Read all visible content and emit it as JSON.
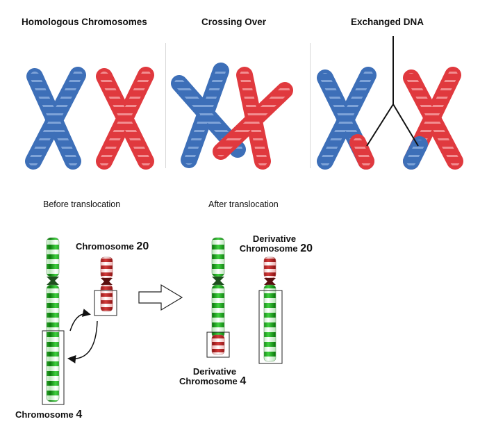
{
  "panels": {
    "homologous": "Homologous Chromosomes",
    "crossing": "Crossing Over",
    "exchanged": "Exchanged DNA"
  },
  "translocation": {
    "before": "Before translocation",
    "after": "After translocation"
  },
  "labels": {
    "chr20": {
      "word": "Chromosome",
      "num": "20"
    },
    "chr4": {
      "word": "Chromosome",
      "num": "4"
    },
    "der20": {
      "line1": "Derivative",
      "word": "Chromosome",
      "num": "20"
    },
    "der4": {
      "line1": "Derivative",
      "word": "Chromosome",
      "num": "4"
    }
  },
  "colors": {
    "blue": "#3d6fb8",
    "red": "#e0393e",
    "green": "#1aa01a",
    "dark_red": "#b41f1f"
  }
}
